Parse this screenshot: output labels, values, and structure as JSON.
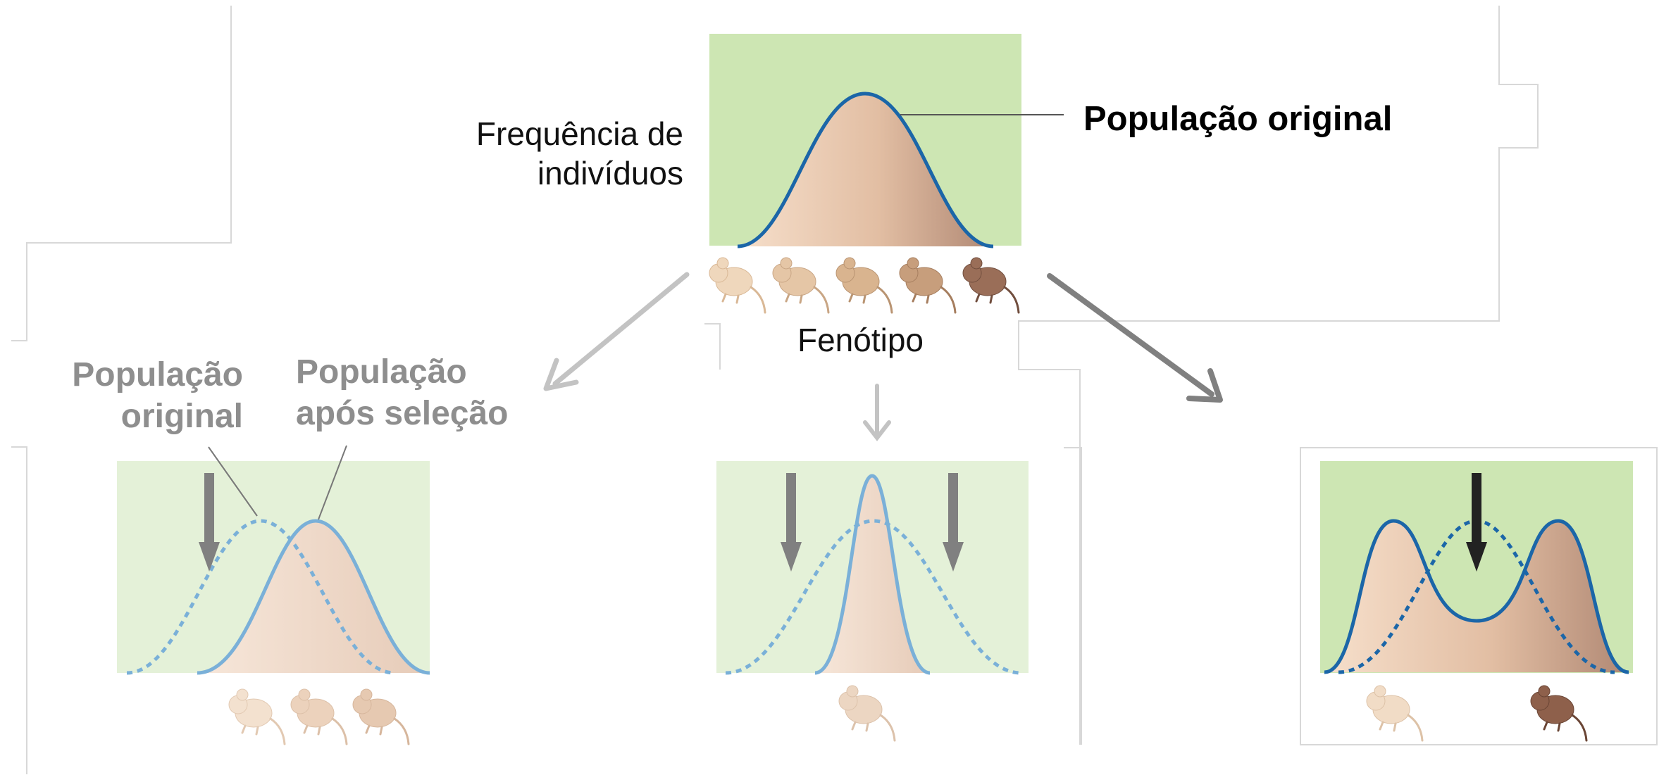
{
  "diagram": {
    "y_axis_label_line1": "Frequência de",
    "y_axis_label_line2": "indivíduos",
    "original_population_label": "População original",
    "x_axis_label": "Fenótipo",
    "directional_panel": {
      "original_label_line1": "População",
      "original_label_line2": "original",
      "after_label_line1": "População",
      "after_label_line2": "após seleção"
    },
    "colors": {
      "panel_green": "#cde6b3",
      "panel_green_faded": "#e4f1d8",
      "curve_blue": "#1b66a8",
      "curve_blue_faded": "#7ab0d8",
      "fill_light": "#f3d9c4",
      "fill_dark": "#b08874",
      "arrow_grey": "#808080",
      "arrow_light_grey": "#c3c3c3",
      "arrow_black": "#222222",
      "label_grey": "#8e8e8e"
    },
    "icons": [
      "mouse-icon"
    ]
  }
}
